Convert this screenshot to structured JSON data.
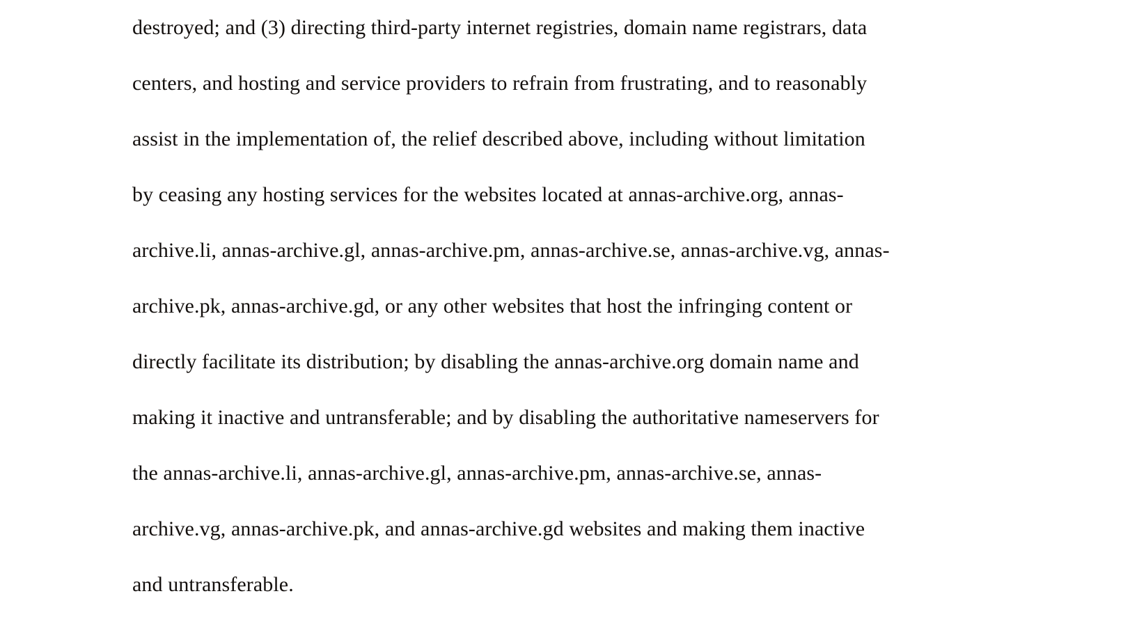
{
  "document": {
    "type": "legal-court-filing-paragraph",
    "background_color": "#ffffff",
    "text_color": "#14100e",
    "paragraph_full_text": "destroyed; and (3) directing third-party internet registries, domain name registrars, data centers, and hosting and service providers to refrain from frustrating, and to reasonably assist in the implementation of, the relief described above, including without limitation by ceasing any hosting services for the websites located at annas-archive.org, annas-archive.li, annas-archive.gl, annas-archive.pm, annas-archive.se, annas-archive.vg, annas-archive.pk, annas-archive.gd, or any other websites that host the infringing content or directly facilitate its distribution; by disabling the annas-archive.org domain name and making it inactive and untransferable; and by disabling the authoritative nameservers for the annas-archive.li, annas-archive.gl, annas-archive.pm, annas-archive.se, annas-archive.vg, annas-archive.pk, and annas-archive.gd websites and making them inactive and untransferable.",
    "lines": [
      "destroyed; and (3) directing third-party internet registries, domain name registrars, data",
      "centers, and hosting and service providers to refrain from frustrating, and to reasonably",
      "assist in the implementation of, the relief described above, including without limitation",
      "by ceasing any hosting services for the websites located at annas-archive.org, annas-",
      "archive.li, annas-archive.gl, annas-archive.pm, annas-archive.se, annas-archive.vg, annas-",
      "archive.pk, annas-archive.gd, or any other websites that host the infringing content or",
      "directly facilitate its distribution; by disabling the annas-archive.org domain name and",
      "making it inactive and untransferable; and by disabling the authoritative nameservers for",
      "the annas-archive.li, annas-archive.gl, annas-archive.pm, annas-archive.se, annas-",
      "archive.vg, annas-archive.pk, and annas-archive.gd websites and making them inactive",
      "and untransferable."
    ],
    "domains_mentioned": [
      "annas-archive.org",
      "annas-archive.li",
      "annas-archive.gl",
      "annas-archive.pm",
      "annas-archive.se",
      "annas-archive.vg",
      "annas-archive.pk",
      "annas-archive.gd"
    ]
  }
}
